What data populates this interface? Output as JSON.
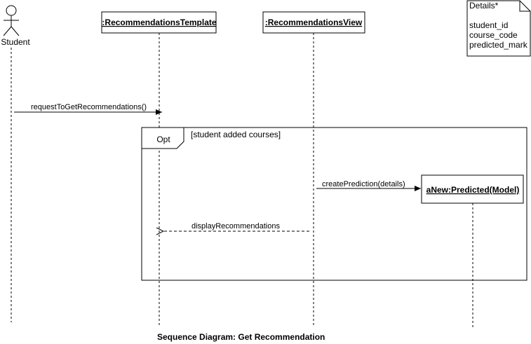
{
  "diagram": {
    "caption": "Sequence Diagram: Get Recommendation",
    "actor": {
      "label": "Student"
    },
    "lifelines": [
      {
        "label": ":RecommendationsTemplate"
      },
      {
        "label": ":RecommendationsView"
      }
    ],
    "created_object": {
      "label": "aNew:Predicted(Model)"
    },
    "note": {
      "title": "Details*",
      "lines": [
        "student_id",
        "course_code",
        "predicted_mark"
      ]
    },
    "fragment": {
      "operator": "Opt",
      "guard": "[student added courses]"
    },
    "messages": [
      {
        "label": "requestToGetRecommendations()",
        "type": "sync"
      },
      {
        "label": "createPrediction(details)",
        "type": "sync"
      },
      {
        "label": "displayRecommendations",
        "type": "return"
      }
    ]
  }
}
